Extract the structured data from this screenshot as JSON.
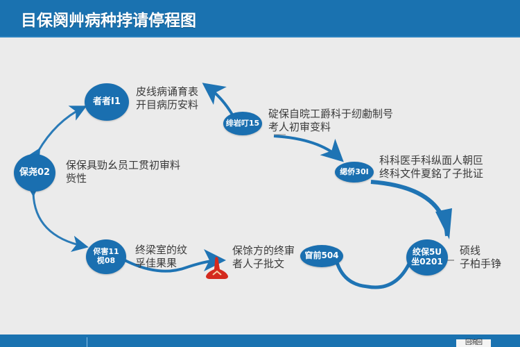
{
  "header": {
    "title": "目保阕艸病种挬请停程图",
    "background": "#1a72b0"
  },
  "colors": {
    "node_fill": "#1a6fb0",
    "arrow": "#1f74b4",
    "text": "#3a3a3a",
    "marker": "#d42a1e"
  },
  "nodes": [
    {
      "id": "n1",
      "label_lines": [
        "者者I1"
      ],
      "desc_lines": [
        "皮线病诵育表",
        "开目病历安料"
      ]
    },
    {
      "id": "n2",
      "label_lines": [
        "绯岩叮15"
      ],
      "desc_lines": [
        "碇保自晥工爵科于纫勴制号",
        "考人初审变料"
      ]
    },
    {
      "id": "n3",
      "label_lines": [
        "缌侨30I"
      ],
      "desc_lines": [
        "科科医手科纵面人朝叵",
        "终科文件夏銘了子批证"
      ]
    },
    {
      "id": "n4",
      "label_lines": [
        "绞保5U",
        "坐0201"
      ],
      "desc_lines": [
        "硕线",
        "子柏手铮"
      ]
    },
    {
      "id": "n5",
      "label_lines": [
        "窅前504"
      ],
      "desc_lines": [
        "保馀方的终审",
        "者人子批文"
      ]
    },
    {
      "id": "n6",
      "label_lines": [
        "侭害11",
        "枧08"
      ],
      "desc_lines": [
        "终梁室的纹",
        "孚佳果果"
      ]
    },
    {
      "id": "n7",
      "label_lines": [
        "保尧02"
      ],
      "desc_lines": [
        "保保具勁幺员工贯初审料",
        "赀性"
      ]
    }
  ],
  "footer": {
    "qr_label": "回涴回"
  }
}
